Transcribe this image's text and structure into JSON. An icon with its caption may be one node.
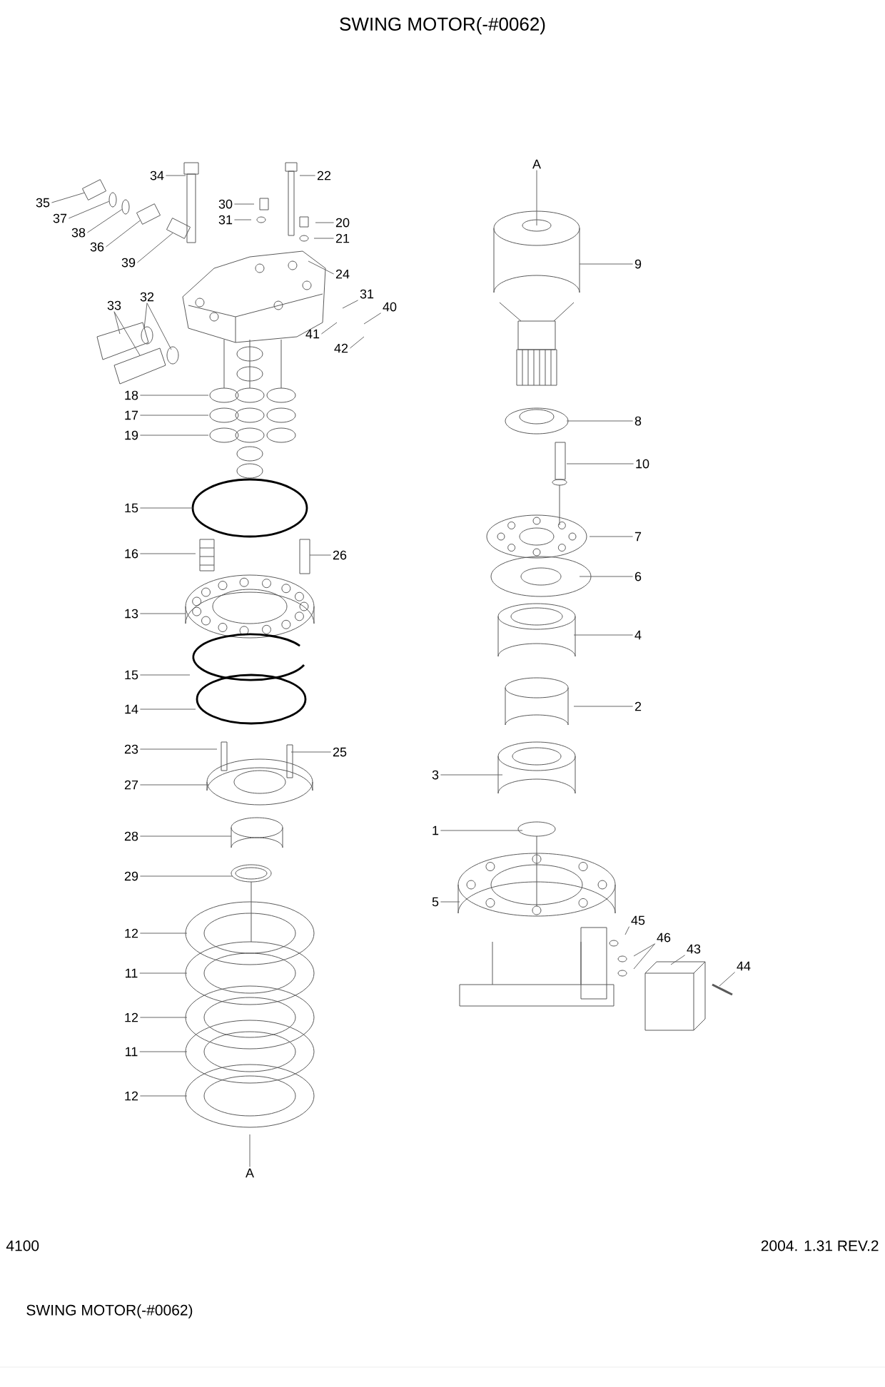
{
  "diagram": {
    "title": "SWING MOTOR(-#0062)",
    "nodes": [
      {
        "text": [
          "34"
        ]
      },
      {
        "text": [
          "22"
        ]
      },
      {
        "text": [
          "30"
        ]
      },
      {
        "text": [
          "31"
        ]
      },
      {
        "text": [
          "20"
        ]
      },
      {
        "text": [
          "21"
        ]
      },
      {
        "text": [
          "35"
        ]
      },
      {
        "text": [
          "37"
        ]
      },
      {
        "text": [
          "38"
        ]
      },
      {
        "text": [
          "36"
        ]
      },
      {
        "text": [
          "39"
        ]
      },
      {
        "text": [
          "24"
        ]
      },
      {
        "text": [
          "31"
        ]
      },
      {
        "text": [
          "40"
        ]
      },
      {
        "text": [
          "41"
        ]
      },
      {
        "text": [
          "42"
        ]
      },
      {
        "text": [
          "32"
        ]
      },
      {
        "text": [
          "33"
        ]
      },
      {
        "text": [
          "18"
        ]
      },
      {
        "text": [
          "17"
        ]
      },
      {
        "text": [
          "19"
        ]
      },
      {
        "text": [
          "15"
        ]
      },
      {
        "text": [
          "16"
        ]
      },
      {
        "text": [
          "26"
        ]
      },
      {
        "text": [
          "13"
        ]
      },
      {
        "text": [
          "15"
        ]
      },
      {
        "text": [
          "14"
        ]
      },
      {
        "text": [
          "23"
        ]
      },
      {
        "text": [
          "25"
        ]
      },
      {
        "text": [
          "27"
        ]
      },
      {
        "text": [
          "28"
        ]
      },
      {
        "text": [
          "29"
        ]
      },
      {
        "text": [
          "12"
        ]
      },
      {
        "text": [
          "11"
        ]
      },
      {
        "text": [
          "12"
        ]
      },
      {
        "text": [
          "11"
        ]
      },
      {
        "text": [
          "12"
        ]
      },
      {
        "text": [
          "A"
        ]
      },
      {
        "text": [
          "A"
        ]
      },
      {
        "text": [
          "9"
        ]
      },
      {
        "text": [
          "8"
        ]
      },
      {
        "text": [
          "10"
        ]
      },
      {
        "text": [
          "7"
        ]
      },
      {
        "text": [
          "6"
        ]
      },
      {
        "text": [
          "4"
        ]
      },
      {
        "text": [
          "2"
        ]
      },
      {
        "text": [
          "3"
        ]
      },
      {
        "text": [
          "1"
        ]
      },
      {
        "text": [
          "5"
        ]
      },
      {
        "text": [
          "45"
        ]
      },
      {
        "text": [
          "46"
        ]
      },
      {
        "text": [
          "43"
        ]
      },
      {
        "text": [
          "44"
        ]
      },
      {
        "text": [],
        "shape": "box"
      },
      {
        "text": [],
        "shape": "ellipse"
      },
      {
        "text": [],
        "shape": "box"
      },
      {
        "text": [],
        "shape": "ellipse"
      },
      {
        "text": [],
        "shape": "box"
      }
    ],
    "edges": [
      {
        "from": 0,
        "to": null,
        "arrow": "none"
      },
      {
        "from": 1,
        "to": null,
        "arrow": "none"
      },
      {
        "from": 2,
        "to": null,
        "arrow": "none"
      },
      {
        "from": 3,
        "to": null,
        "arrow": "none"
      },
      {
        "from": 4,
        "to": null,
        "arrow": "none"
      },
      {
        "from": 5,
        "to": null,
        "arrow": "none"
      },
      {
        "from": 6,
        "to": 53,
        "arrow": "none"
      },
      {
        "from": 7,
        "to": 56,
        "arrow": "none"
      },
      {
        "from": 8,
        "to": 54,
        "arrow": "none"
      },
      {
        "from": 9,
        "to": 57,
        "arrow": "none"
      },
      {
        "from": 10,
        "to": 55,
        "arrow": "none"
      },
      {
        "from": 11,
        "to": null,
        "arrow": "none"
      },
      {
        "from": 12,
        "to": null,
        "arrow": "none"
      },
      {
        "from": 13,
        "to": null,
        "arrow": "none"
      },
      {
        "from": 14,
        "to": null,
        "arrow": "none"
      },
      {
        "from": 15,
        "to": null,
        "arrow": "none"
      },
      {
        "from": 16,
        "to": null,
        "arrow": "none"
      },
      {
        "from": 16,
        "to": null,
        "arrow": "none"
      },
      {
        "from": 17,
        "to": null,
        "arrow": "none"
      },
      {
        "from": 17,
        "to": null,
        "arrow": "none"
      },
      {
        "from": 18,
        "to": null,
        "arrow": "none"
      },
      {
        "from": 19,
        "to": null,
        "arrow": "none"
      },
      {
        "from": 20,
        "to": null,
        "arrow": "none"
      },
      {
        "from": 21,
        "to": null,
        "arrow": "none"
      },
      {
        "from": 22,
        "to": null,
        "arrow": "none"
      },
      {
        "from": 23,
        "to": null,
        "arrow": "none"
      },
      {
        "from": 24,
        "to": null,
        "arrow": "none"
      },
      {
        "from": 25,
        "to": null,
        "arrow": "none"
      },
      {
        "from": 26,
        "to": null,
        "arrow": "none"
      },
      {
        "from": 27,
        "to": null,
        "arrow": "none"
      },
      {
        "from": 28,
        "to": null,
        "arrow": "none"
      },
      {
        "from": 29,
        "to": null,
        "arrow": "none"
      },
      {
        "from": 30,
        "to": null,
        "arrow": "none"
      },
      {
        "from": 31,
        "to": null,
        "arrow": "none"
      },
      {
        "from": 32,
        "to": null,
        "arrow": "none"
      },
      {
        "from": 33,
        "to": null,
        "arrow": "none"
      },
      {
        "from": 34,
        "to": null,
        "arrow": "none"
      },
      {
        "from": 35,
        "to": null,
        "arrow": "none"
      },
      {
        "from": 36,
        "to": null,
        "arrow": "none"
      },
      {
        "from": 37,
        "to": null,
        "arrow": "none"
      },
      {
        "from": 38,
        "to": null,
        "arrow": "none"
      },
      {
        "from": 39,
        "to": null,
        "arrow": "none"
      },
      {
        "from": 40,
        "to": null,
        "arrow": "none"
      },
      {
        "from": 41,
        "to": null,
        "arrow": "none"
      },
      {
        "from": 42,
        "to": null,
        "arrow": "none"
      },
      {
        "from": 43,
        "to": null,
        "arrow": "none"
      },
      {
        "from": 44,
        "to": null,
        "arrow": "none"
      },
      {
        "from": 45,
        "to": null,
        "arrow": "none"
      },
      {
        "from": 46,
        "to": null,
        "arrow": "none"
      },
      {
        "from": 47,
        "to": null,
        "arrow": "none"
      },
      {
        "from": 48,
        "to": null,
        "arrow": "none"
      },
      {
        "from": 49,
        "to": null,
        "arrow": "none"
      },
      {
        "from": 50,
        "to": null,
        "arrow": "none"
      },
      {
        "from": 50,
        "to": null,
        "arrow": "none"
      },
      {
        "from": 51,
        "to": null,
        "arrow": "none"
      },
      {
        "from": 52,
        "to": null,
        "arrow": "none"
      }
    ],
    "labels": [
      "4100",
      "2004. 1.31 REV.2",
      "SWING MOTOR(-#0062)"
    ]
  }
}
